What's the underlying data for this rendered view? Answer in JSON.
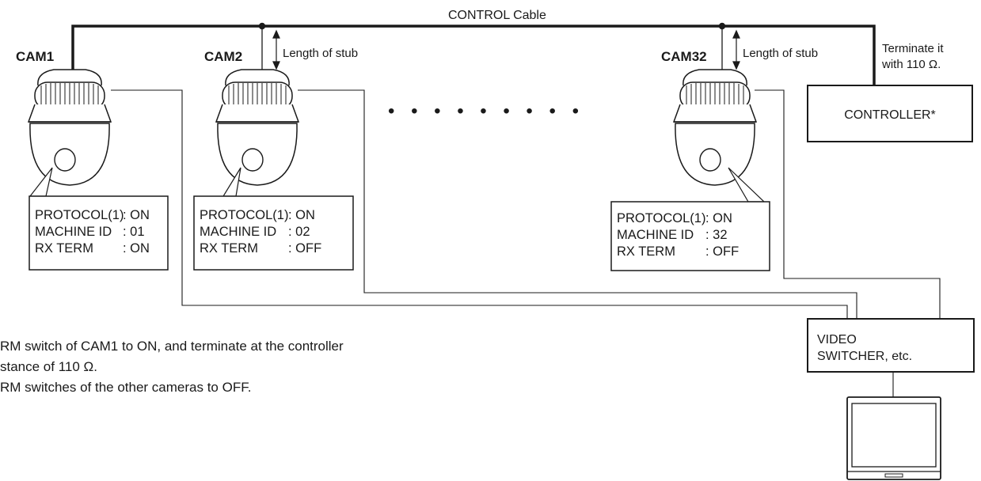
{
  "diagram": {
    "control_cable_label": "CONTROL Cable",
    "stub_label": "Length of stub",
    "terminate_note": [
      "Terminate it",
      "with 110 Ω."
    ],
    "controller_label": "CONTROLLER*",
    "video_switcher_label": [
      "VIDEO",
      "SWITCHER, etc."
    ],
    "ellipsis": "• • • • • • • • •",
    "cameras": [
      {
        "name": "CAM1",
        "settings": [
          {
            "key": "PROTOCOL(1)",
            "value": ": ON"
          },
          {
            "key": "MACHINE ID",
            "value": ": 01"
          },
          {
            "key": "RX TERM",
            "value": ": ON"
          }
        ]
      },
      {
        "name": "CAM2",
        "settings": [
          {
            "key": "PROTOCOL(1)",
            "value": ": ON"
          },
          {
            "key": "MACHINE ID",
            "value": ": 02"
          },
          {
            "key": "RX TERM",
            "value": ": OFF"
          }
        ]
      },
      {
        "name": "CAM32",
        "settings": [
          {
            "key": "PROTOCOL(1)",
            "value": ": ON"
          },
          {
            "key": "MACHINE ID",
            "value": ": 32"
          },
          {
            "key": "RX TERM",
            "value": ": OFF"
          }
        ]
      }
    ],
    "notes": [
      "RM switch of CAM1 to ON, and terminate at the controller",
      "stance of 110 Ω.",
      "RM switches of the other cameras to OFF."
    ]
  }
}
